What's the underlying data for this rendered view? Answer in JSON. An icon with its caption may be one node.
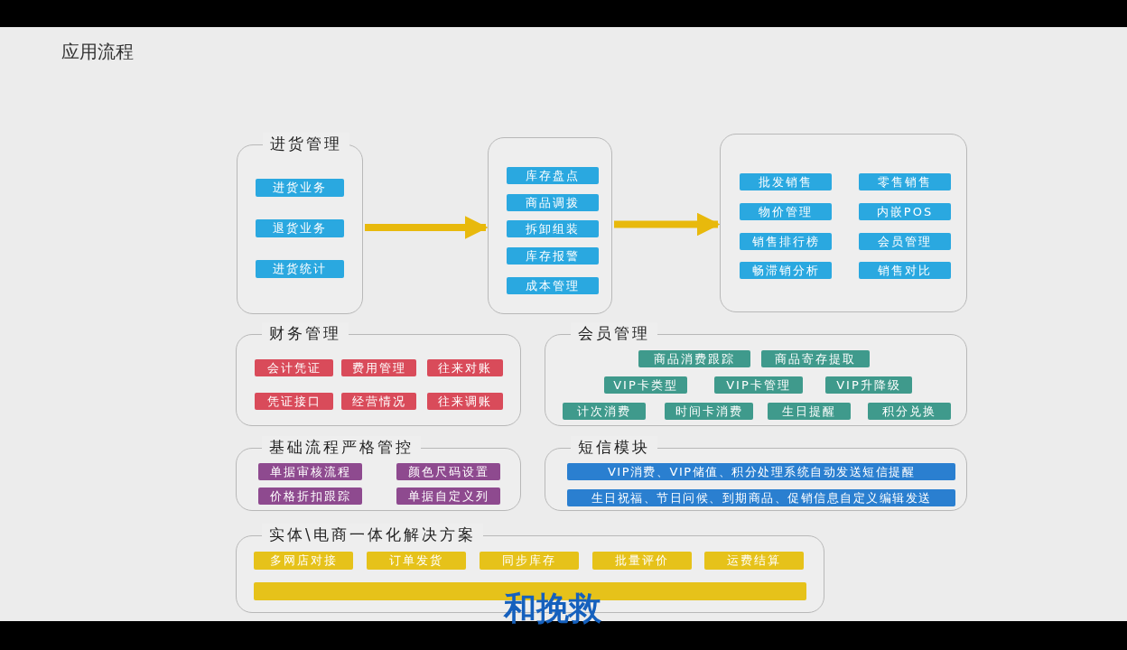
{
  "diagram": {
    "title": "应用流程",
    "nodes": [
      {
        "text": [
          "进货管理"
        ]
      },
      {
        "text": [
          "进货业务"
        ],
        "in": 0
      },
      {
        "text": [
          "退货业务"
        ],
        "in": 0
      },
      {
        "text": [
          "进货统计"
        ],
        "in": 0
      },
      {
        "text": [],
        "shape": "box"
      },
      {
        "text": [
          "库存盘点"
        ],
        "in": 4
      },
      {
        "text": [
          "商品调拨"
        ],
        "in": 4
      },
      {
        "text": [
          "拆卸组装"
        ],
        "in": 4
      },
      {
        "text": [
          "库存报警"
        ],
        "in": 4
      },
      {
        "text": [
          "成本管理"
        ],
        "in": 4
      },
      {
        "text": [],
        "shape": "box"
      },
      {
        "text": [
          "批发销售"
        ],
        "in": 10
      },
      {
        "text": [
          "零售销售"
        ],
        "in": 10
      },
      {
        "text": [
          "物价管理"
        ],
        "in": 10
      },
      {
        "text": [
          "内嵌POS"
        ],
        "in": 10
      },
      {
        "text": [
          "销售排行榜"
        ],
        "in": 10
      },
      {
        "text": [
          "会员管理"
        ],
        "in": 10
      },
      {
        "text": [
          "畅滞销分析"
        ],
        "in": 10
      },
      {
        "text": [
          "销售对比"
        ],
        "in": 10
      },
      {
        "text": [
          "财务管理"
        ]
      },
      {
        "text": [
          "会计凭证"
        ],
        "in": 19
      },
      {
        "text": [
          "费用管理"
        ],
        "in": 19
      },
      {
        "text": [
          "往来对账"
        ],
        "in": 19
      },
      {
        "text": [
          "凭证接口"
        ],
        "in": 19
      },
      {
        "text": [
          "经营情况"
        ],
        "in": 19
      },
      {
        "text": [
          "往来调账"
        ],
        "in": 19
      },
      {
        "text": [
          "会员管理"
        ]
      },
      {
        "text": [
          "商品消费跟踪"
        ],
        "in": 26
      },
      {
        "text": [
          "商品寄存提取"
        ],
        "in": 26
      },
      {
        "text": [
          "VIP卡类型"
        ],
        "in": 26
      },
      {
        "text": [
          "VIP卡管理"
        ],
        "in": 26
      },
      {
        "text": [
          "VIP升降级"
        ],
        "in": 26
      },
      {
        "text": [
          "计次消费"
        ],
        "in": 26
      },
      {
        "text": [
          "时间卡消费"
        ],
        "in": 26
      },
      {
        "text": [
          "生日提醒"
        ],
        "in": 26
      },
      {
        "text": [
          "积分兑换"
        ],
        "in": 26
      },
      {
        "text": [
          "基础流程严格管控"
        ]
      },
      {
        "text": [
          "单据审核流程"
        ],
        "in": 36
      },
      {
        "text": [
          "颜色尺码设置"
        ],
        "in": 36
      },
      {
        "text": [
          "价格折扣跟踪"
        ],
        "in": 36
      },
      {
        "text": [
          "单据自定义列"
        ],
        "in": 36
      },
      {
        "text": [
          "短信模块"
        ]
      },
      {
        "text": [
          "VIP消费、VIP储值、积分处理系统自动发送短信提醒"
        ],
        "in": 41
      },
      {
        "text": [
          "生日祝福、节日问候、到期商品、促销信息自定义编辑发送"
        ],
        "in": 41
      },
      {
        "text": [
          "实体\\电商一体化解决方案"
        ]
      },
      {
        "text": [
          "多网店对接"
        ],
        "in": 44
      },
      {
        "text": [
          "订单发货"
        ],
        "in": 44
      },
      {
        "text": [
          "同步库存"
        ],
        "in": 44
      },
      {
        "text": [
          "批量评价"
        ],
        "in": 44
      },
      {
        "text": [
          "运费结算"
        ],
        "in": 44
      },
      {
        "text": [],
        "shape": "bar",
        "in": 44
      }
    ],
    "edges": [
      {
        "from": 0,
        "to": 4,
        "arrow": "to"
      },
      {
        "from": 4,
        "to": 10,
        "arrow": "to"
      }
    ],
    "labels": [
      "和挽救"
    ]
  }
}
